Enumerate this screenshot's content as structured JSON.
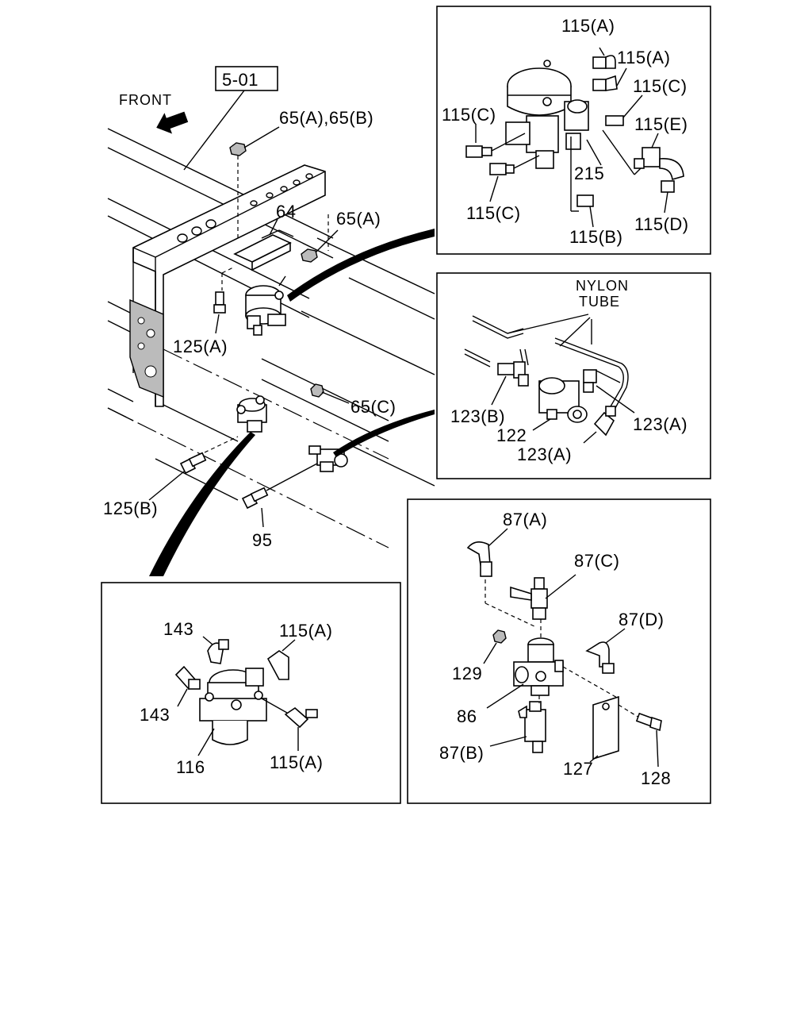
{
  "reference_box": "5-01",
  "front_label": "FRONT",
  "nylon_tube_line1": "NYLON",
  "nylon_tube_line2": "TUBE",
  "main_labels": {
    "nut_65ab": "65(A),65(B)",
    "bracket_64": "64",
    "nut_65a": "65(A)",
    "bolt_125a": "125(A)",
    "nut_65c": "65(C)",
    "bolt_125b": "125(B)",
    "bolt_95": "95"
  },
  "detail_top": {
    "l1": "115(A)",
    "l2": "115(A)",
    "l3": "115(C)",
    "l4": "115(C)",
    "l5": "115(E)",
    "l6": "215",
    "l7": "115(C)",
    "l8": "115(B)",
    "l9": "115(D)"
  },
  "detail_mid": {
    "l1": "123(B)",
    "l2": "123(A)",
    "l3": "122",
    "l4": "123(A)"
  },
  "detail_bottom_left": {
    "l1": "143",
    "l2": "115(A)",
    "l3": "143",
    "l4": "116",
    "l5": "115(A)"
  },
  "detail_bottom_right": {
    "l1": "87(A)",
    "l2": "87(C)",
    "l3": "87(D)",
    "l4": "129",
    "l5": "86",
    "l6": "87(B)",
    "l7": "127",
    "l8": "128"
  }
}
